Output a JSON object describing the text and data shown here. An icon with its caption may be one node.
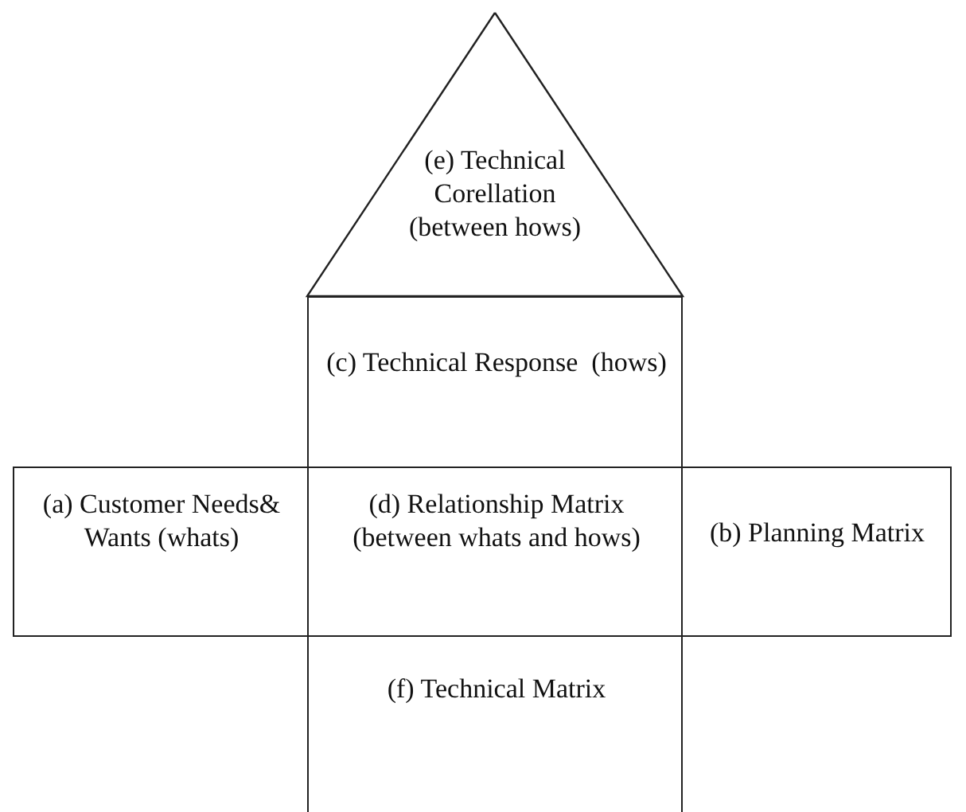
{
  "diagram": {
    "nodes": [
      {
        "text": [
          "(e) Technical Corellation (between hows)"
        ]
      },
      {
        "text": [
          "(c) Technical Response  (hows)"
        ]
      },
      {
        "text": [
          "(a) Customer Needs& Wants (whats)"
        ]
      },
      {
        "text": [
          "(d) Relationship Matrix (between whats and hows)"
        ]
      },
      {
        "text": [
          "(b) Planning Matrix"
        ]
      },
      {
        "text": [
          "(f) Technical Matrix"
        ]
      }
    ]
  }
}
